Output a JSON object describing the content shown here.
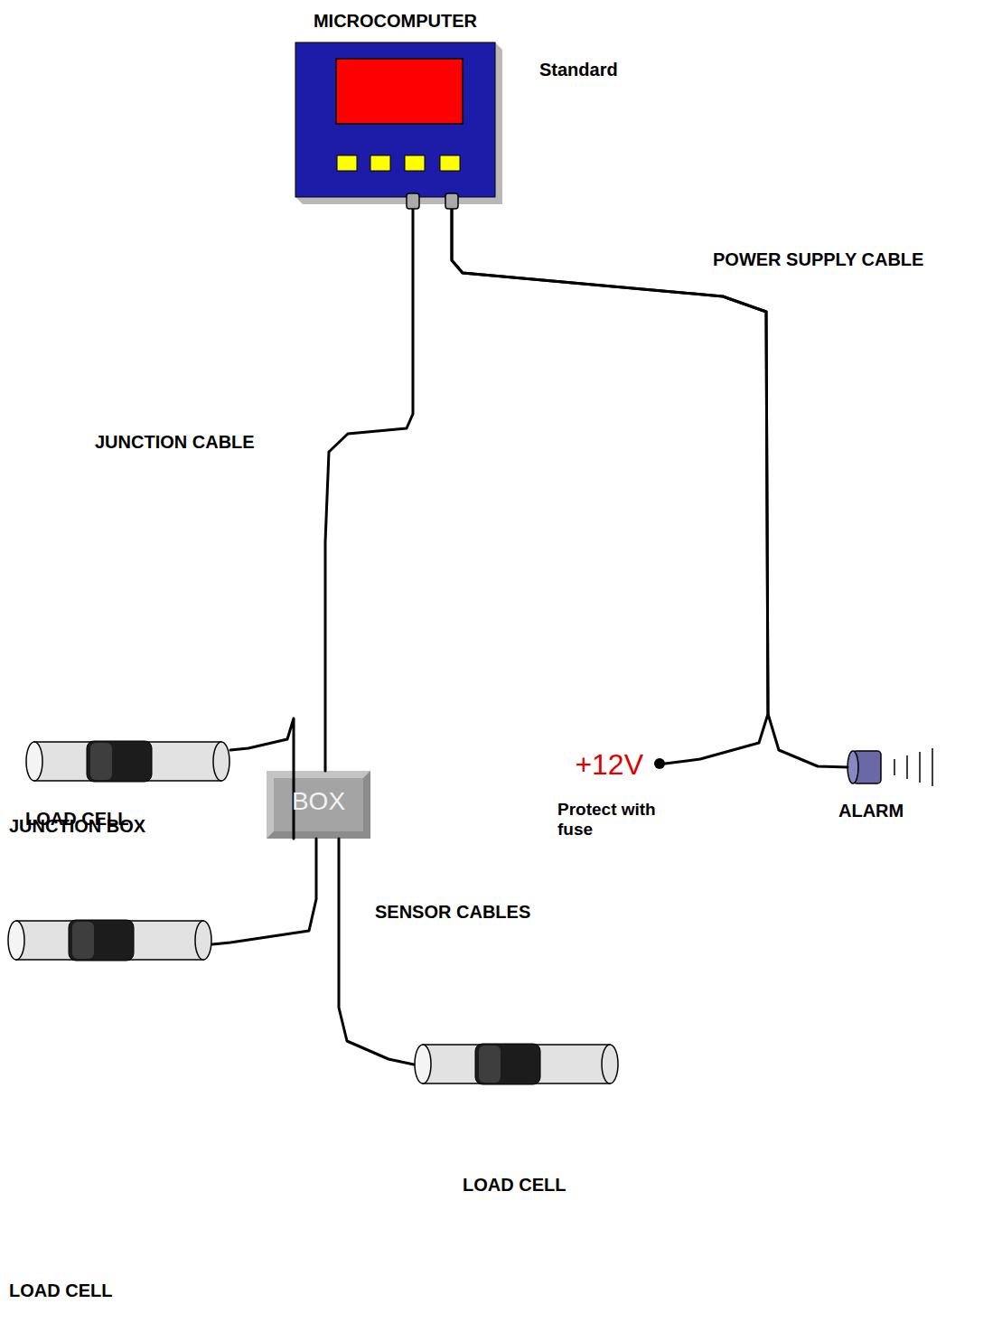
{
  "diagram": {
    "nodes": [
      {
        "text": [
          "MICROCOMPUTER"
        ]
      },
      {
        "text": [
          "BOX",
          "JUNCTION BOX"
        ]
      },
      {
        "text": [
          "LOAD CELL"
        ]
      },
      {
        "text": [
          "LOAD CELL"
        ]
      },
      {
        "text": [
          "LOAD CELL"
        ]
      },
      {
        "text": [
          "ALARM"
        ]
      },
      {
        "text": [
          "+12V",
          "Protect with fuse"
        ]
      }
    ],
    "edges": [
      {
        "from": 0,
        "to": 1,
        "arrow": "none"
      },
      {
        "from": 1,
        "to": 2,
        "arrow": "none"
      },
      {
        "from": 1,
        "to": 3,
        "arrow": "none"
      },
      {
        "from": 1,
        "to": 4,
        "arrow": "none"
      },
      {
        "from": 0,
        "to": 6,
        "arrow": "none"
      },
      {
        "from": 0,
        "to": 5,
        "arrow": "none"
      }
    ],
    "labels": [
      "Standard",
      "JUNCTION CABLE",
      "POWER SUPPLY CABLE",
      "SENSOR CABLES"
    ]
  }
}
